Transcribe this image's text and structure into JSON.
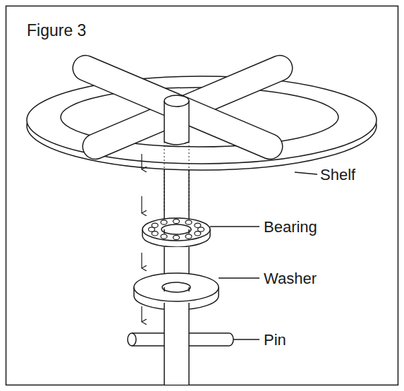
{
  "diagram": {
    "title": "Figure 3",
    "labels": [
      "Shelf",
      "Bearing",
      "Washer",
      "Pin"
    ]
  }
}
